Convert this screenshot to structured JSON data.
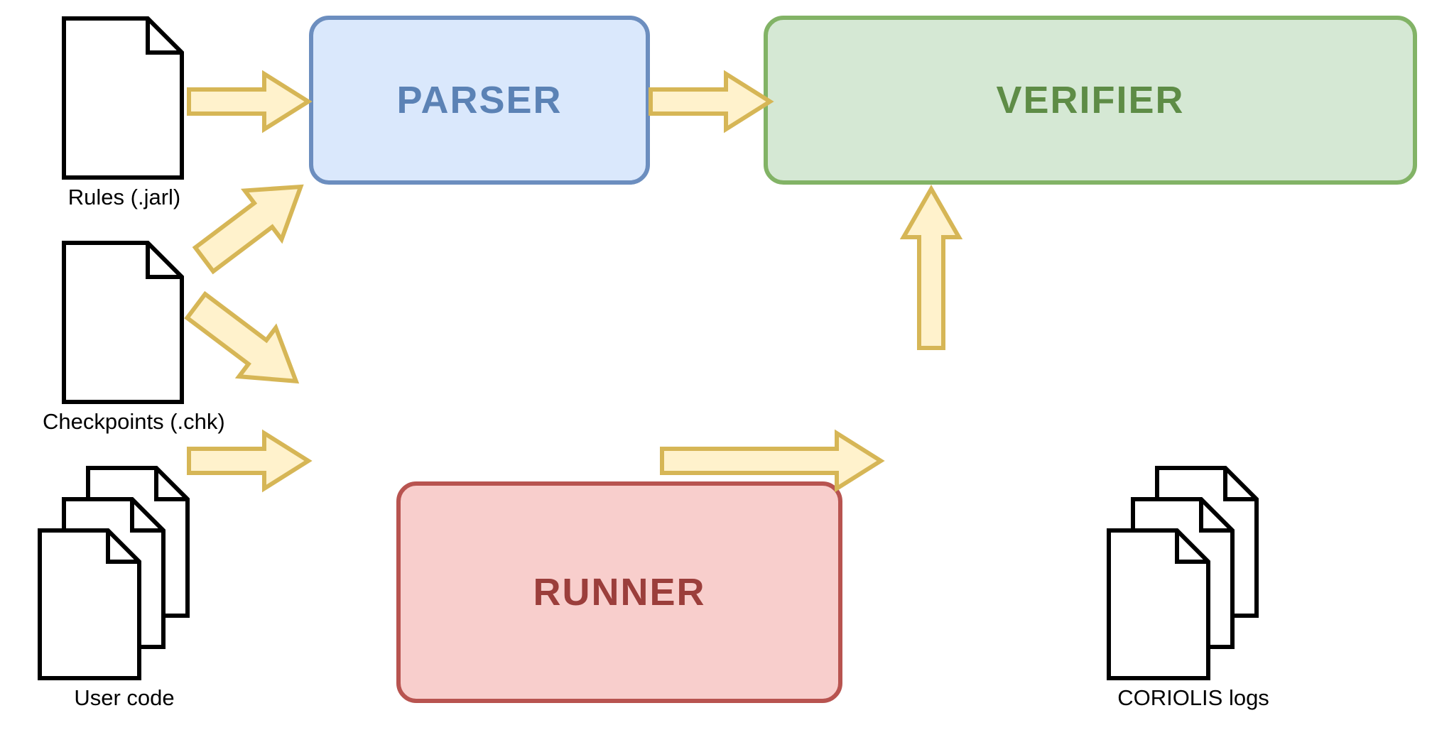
{
  "diagram": {
    "title": "Pipeline architecture diagram",
    "colors": {
      "parser_fill": "#dae8fc",
      "parser_stroke": "#6c8ebf",
      "parser_text": "#5b82b5",
      "verifier_fill": "#d5e8d4",
      "verifier_stroke": "#82b366",
      "verifier_text": "#5e8c46",
      "runner_fill": "#f8cecc",
      "runner_stroke": "#b85450",
      "runner_text": "#9b3e3b",
      "arrow_fill": "#fff2cc",
      "arrow_stroke": "#d6b656",
      "document_stroke": "#000000",
      "document_fill": "#ffffff",
      "caption_text": "#000000",
      "background": "#ffffff"
    },
    "nodes": {
      "parser": {
        "label": "PARSER",
        "kind": "process"
      },
      "verifier": {
        "label": "VERIFIER",
        "kind": "process"
      },
      "runner": {
        "label": "RUNNER",
        "kind": "process"
      },
      "rules_file": {
        "label": "Rules (.jarl)",
        "kind": "document",
        "pages": 1
      },
      "checkpoints_file": {
        "label": "Checkpoints (.chk)",
        "kind": "document",
        "pages": 1
      },
      "user_code": {
        "label": "User code",
        "kind": "document-stack",
        "pages": 3
      },
      "coriolis_logs": {
        "label": "CORIOLIS logs",
        "kind": "document-stack",
        "pages": 3
      }
    },
    "edges": [
      {
        "id": "rules-to-parser",
        "from": "rules_file",
        "to": "parser",
        "direction": "right"
      },
      {
        "id": "parser-to-verifier",
        "from": "parser",
        "to": "verifier",
        "direction": "right"
      },
      {
        "id": "chk-to-parser",
        "from": "checkpoints_file",
        "to": "parser",
        "direction": "up-right"
      },
      {
        "id": "chk-to-runner",
        "from": "checkpoints_file",
        "to": "runner",
        "direction": "down-right"
      },
      {
        "id": "code-to-runner",
        "from": "user_code",
        "to": "runner",
        "direction": "right"
      },
      {
        "id": "runner-to-logs",
        "from": "runner",
        "to": "coriolis_logs",
        "direction": "right"
      },
      {
        "id": "logs-to-verifier",
        "from": "coriolis_logs",
        "to": "verifier",
        "direction": "up"
      }
    ]
  }
}
